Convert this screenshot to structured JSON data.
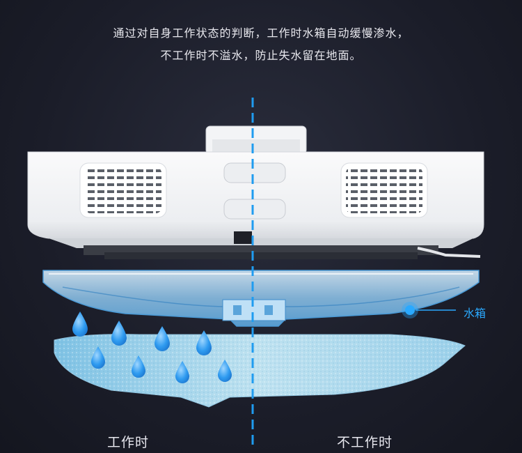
{
  "caption": {
    "line1": "通过对自身工作状态的判断，工作时水箱自动缓慢渗水，",
    "line2": "不工作时不溢水，防止失水留在地面。"
  },
  "labels": {
    "tank": "水箱",
    "working": "工作时",
    "not_working": "不工作时"
  },
  "colors": {
    "background": "#1b1d29",
    "accent": "#2aa9ff",
    "water_drop": "#2f9bf0",
    "robot_body": "#f4f4f6",
    "tank": "#9fd2f5",
    "mop": "#a9d6ea"
  },
  "icons": {
    "water_drops": "water-drop-icon",
    "tank_pointer": "tank-pointer-icon"
  }
}
